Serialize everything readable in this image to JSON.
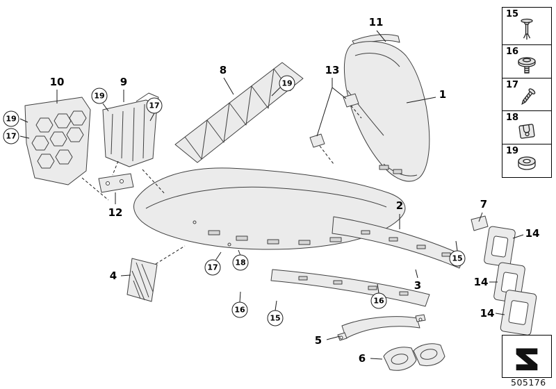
{
  "figure": {
    "drawing_number": "505176"
  },
  "callouts": {
    "plain": [
      {
        "label": "10"
      },
      {
        "label": "9"
      },
      {
        "label": "8"
      },
      {
        "label": "13"
      },
      {
        "label": "11"
      },
      {
        "label": "1"
      },
      {
        "label": "12"
      },
      {
        "label": "2"
      },
      {
        "label": "7"
      },
      {
        "label": "4"
      },
      {
        "label": "3"
      },
      {
        "label": "14"
      },
      {
        "label": "14"
      },
      {
        "label": "14"
      },
      {
        "label": "5"
      },
      {
        "label": "6"
      }
    ],
    "circled": [
      {
        "label": "19"
      },
      {
        "label": "17"
      },
      {
        "label": "19"
      },
      {
        "label": "17"
      },
      {
        "label": "19"
      },
      {
        "label": "17"
      },
      {
        "label": "18"
      },
      {
        "label": "16"
      },
      {
        "label": "15"
      },
      {
        "label": "16"
      },
      {
        "label": "15"
      }
    ]
  },
  "legend": {
    "rows": [
      {
        "label": "15",
        "icon": "expansion-rivet-icon"
      },
      {
        "label": "16",
        "icon": "flange-screw-icon"
      },
      {
        "label": "17",
        "icon": "tapping-screw-icon"
      },
      {
        "label": "18",
        "icon": "body-clip-icon"
      },
      {
        "label": "19",
        "icon": "grommet-nut-icon"
      }
    ]
  },
  "colors": {
    "line": "#3f3f3f",
    "part_fill": "#ebebeb"
  }
}
